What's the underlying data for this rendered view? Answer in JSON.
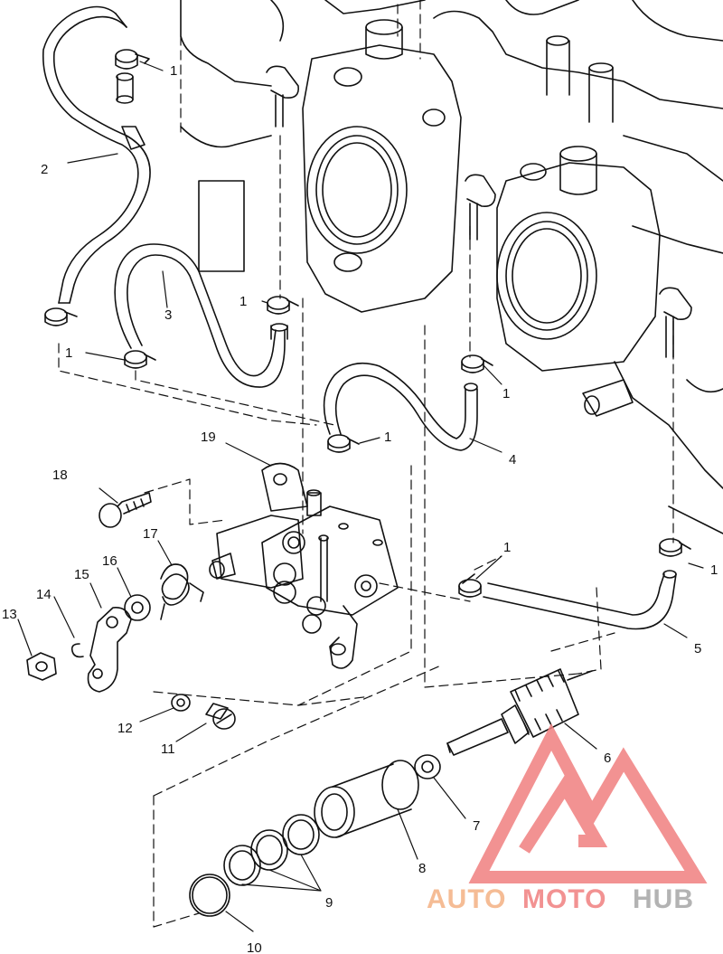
{
  "diagram": {
    "callouts": [
      {
        "id": "c1a",
        "text": "1"
      },
      {
        "id": "c1b",
        "text": "1"
      },
      {
        "id": "c1c",
        "text": "1"
      },
      {
        "id": "c1d",
        "text": "1"
      },
      {
        "id": "c1e",
        "text": "1"
      },
      {
        "id": "c1f",
        "text": "1"
      },
      {
        "id": "c1g",
        "text": "1"
      },
      {
        "id": "c2",
        "text": "2"
      },
      {
        "id": "c3",
        "text": "3"
      },
      {
        "id": "c4",
        "text": "4"
      },
      {
        "id": "c5",
        "text": "5"
      },
      {
        "id": "c6",
        "text": "6"
      },
      {
        "id": "c7",
        "text": "7"
      },
      {
        "id": "c8",
        "text": "8"
      },
      {
        "id": "c9",
        "text": "9"
      },
      {
        "id": "c10",
        "text": "10"
      },
      {
        "id": "c11",
        "text": "11"
      },
      {
        "id": "c12",
        "text": "12"
      },
      {
        "id": "c13",
        "text": "13"
      },
      {
        "id": "c14",
        "text": "14"
      },
      {
        "id": "c15",
        "text": "15"
      },
      {
        "id": "c16",
        "text": "16"
      },
      {
        "id": "c17",
        "text": "17"
      },
      {
        "id": "c18",
        "text": "18"
      },
      {
        "id": "c19",
        "text": "19"
      }
    ]
  },
  "watermark": {
    "part1": "AUTO",
    "part2": "MOTO",
    "part3": "HUB",
    "colors": {
      "part1": "#f4b183",
      "part2": "#f08080",
      "part3": "#a6a6a6",
      "logo": "#f08080"
    }
  }
}
